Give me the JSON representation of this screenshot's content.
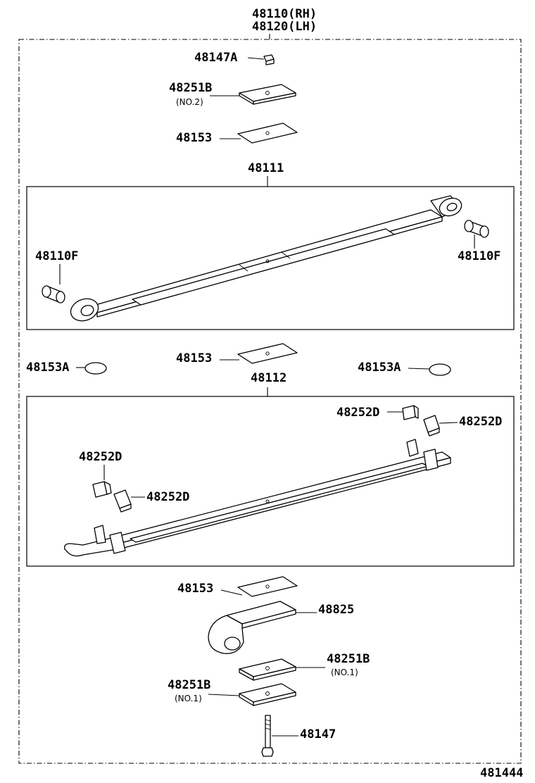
{
  "header": {
    "part_rh": "48110(RH)",
    "part_lh": "48120(LH)"
  },
  "labels": {
    "nut_top": "48147A",
    "pad_top": "48251B",
    "pad_top_note": "(NO.2)",
    "insert_top": "48153",
    "leaf_no1": "48111",
    "bushing_left": "48110F",
    "bushing_right": "48110F",
    "insert_mid": "48153",
    "button_left": "48153A",
    "button_right": "48153A",
    "leaf_no2": "48112",
    "clip_1": "48252D",
    "clip_2": "48252D",
    "clip_3": "48252D",
    "clip_4": "48252D",
    "insert_bottom": "48153",
    "bracket": "48825",
    "pad_bottom_right": "48251B",
    "pad_bottom_right_note": "(NO.1)",
    "pad_bottom_left": "48251B",
    "pad_bottom_left_note": "(NO.1)",
    "bolt": "48147"
  },
  "footer": {
    "diagram_id": "481444"
  }
}
